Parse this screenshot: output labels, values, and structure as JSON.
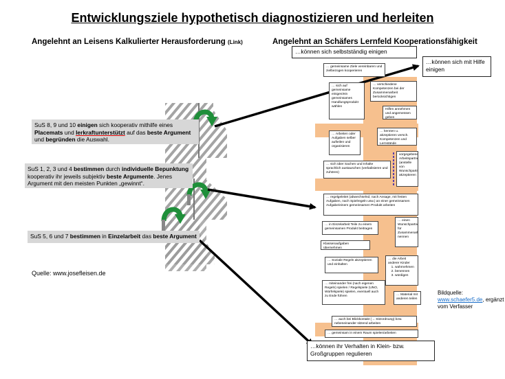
{
  "title": "Entwicklungsziele hypothetisch diagnostizieren und herleiten",
  "left_heading": {
    "main": "Angelehnt an Leisens Kalkulierter Herausforderung",
    "link": "(Link)"
  },
  "right_heading": "Angelehnt an Schäfers Lernfeld Kooperationsfähigkeit",
  "step_texts": {
    "s1": {
      "p1": "SuS 8, 9 und 10 ",
      "b1": "einigen",
      "p2": " sich kooperativ mithilfe eines ",
      "b2": "Placemats",
      "p3": " und ",
      "b3": "lerkraftunterstützt",
      "p4": " auf das ",
      "b4": "beste Argument",
      "p5": " und ",
      "b5": "begründen",
      "p6": " die Auswahl."
    },
    "s2": {
      "p1": "SuS 1, 2, 3 und 4 ",
      "b1": "bestimmen",
      "p2": " durch ",
      "b2": "individuelle Bepunktung",
      "p3": " kooperativ ihr jeweils subjektiv ",
      "b3": "beste Argumente",
      "p4": ". Jenes Argument mit den meisten Punkten „gewinnt“."
    },
    "s3": {
      "p1": "SuS 5, 6 und 7 ",
      "b1": "bestimmen",
      "p2": " in ",
      "b2": "Einzelarbeit",
      "p3": " das ",
      "b3": "beste  Argument"
    }
  },
  "source_left": "Quelle: www.josefleisen.de",
  "bildquelle": {
    "label": "Bildquelle:",
    "link": "www.schaefer5.de",
    "rest": ", ergänzt vom Verfasser"
  },
  "goal_boxes": {
    "top": "…können sich selbstständig einigen",
    "hilfe": "…können sich mit Hilfe einigen",
    "bottom": "…können ihr Verhalten in Klein- bzw. Großgruppen regulieren"
  },
  "field_boxes": {
    "f1": "… gemeinsame Ziele vereinbaren und zielbezogen kooperieren",
    "f2": "… sich auf gemeinsame einigen/ein gemeinsames Handlungsprodukt wählen",
    "f3": "… verschiedene Kompetenzen bei der Zusammenarbeit berücksichtigen",
    "f4": "Hilfen annehmen und angemessen geben",
    "f5": "… Arbeiten oder Aufgaben selber aufteilen und organisieren",
    "f6": "… kennen u. akzeptieren versch. Kompetenzen und Lernstände",
    "f7": "vorgegebene Arbeitspartner (anstelle von Wunschpartnern) akzeptieren",
    "f8": "… sich über Sachen und Inhalte sprachlich austauschen (verbalisieren und zuhören)",
    "f9": "… regelgeleitet (abwechselnd, nach Ansage, mit festen Aufgaben, nach Spielregeln usw.) an einer gemeinsamen Aufgabe/einem gemeinsamen Produkt arbeiten",
    "f10": "… in Einzelarbeit Teile zu einem gemeinsamen Produkt beitragen",
    "f11": "… einen Wunschpartner für Zusammenarbeit nennen",
    "f12": "Klassenaufgaben übernehmen",
    "f13": "… Soziale Regeln akzeptieren und einhalten",
    "f14_title": "… die Arbeit anderer Kinder",
    "f14_items": [
      "wahrnehmen",
      "benennen",
      "würdigen"
    ],
    "f15": "… miteinander frei (nach eigenen Regeln) spielen / Regelspiele (UNO, Würfelspiele) spielen, eventuell auch zu Ende führen",
    "f16": "… Material mit anderen teilen",
    "f17": "… auch bei Blickkontakt (→ Sitzordnung) bzw. nebeneinander sitzend arbeiten",
    "f18": "… gemeinsam in einem Raum spielen/arbeiten"
  },
  "colors": {
    "orange": "#f6c08e",
    "grey_box": "#d7d7d7",
    "green": "#1f8f3a",
    "link": "#1a6ec9",
    "purple": "#5b3fa8"
  }
}
